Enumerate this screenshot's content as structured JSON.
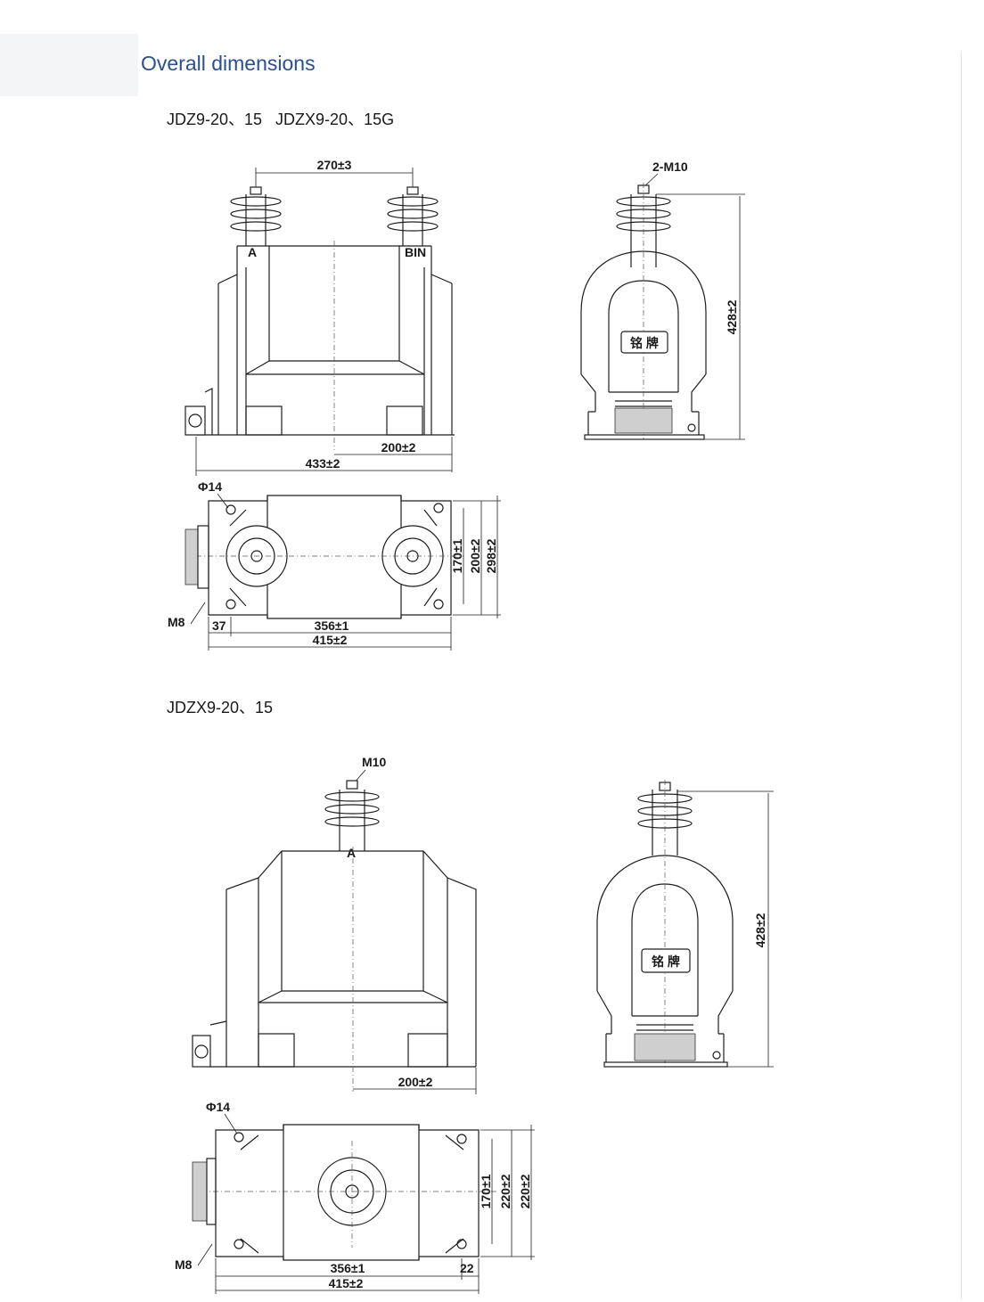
{
  "page": {
    "title": "Overall dimensions"
  },
  "sections": [
    {
      "model": "JDZ9-20、15   JDZX9-20、15G",
      "front": {
        "dim_top": "270±3",
        "dim_right": "200±2",
        "dim_bottom": "433±2",
        "terminal_left": "A",
        "terminal_right": "BIN"
      },
      "side": {
        "thread": "2-M10",
        "height": "428±2",
        "plate": "铭 牌"
      },
      "plan": {
        "hole": "Φ14",
        "earth": "M8",
        "d1": "37",
        "d2": "356±1",
        "d3": "415±2",
        "v1": "170±1",
        "v2": "200±2",
        "v3": "298±2"
      }
    },
    {
      "model": "JDZX9-20、15",
      "front": {
        "thread": "M10",
        "terminal": "A",
        "dim_right": "200±2"
      },
      "side": {
        "height": "428±2",
        "plate": "铭 牌"
      },
      "plan": {
        "hole": "Φ14",
        "earth": "M8",
        "d1": "356±1",
        "d2": "22",
        "d3": "415±2",
        "v1": "170±1",
        "v2": "220±2",
        "v3": "220±2"
      }
    }
  ]
}
